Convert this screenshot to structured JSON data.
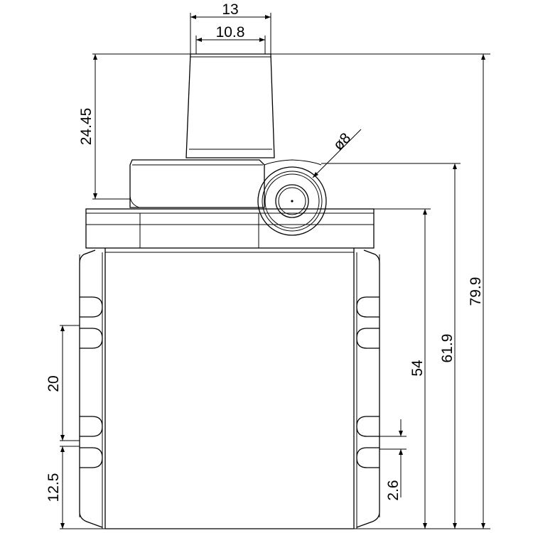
{
  "drawing": {
    "type": "technical dimension drawing",
    "dimensions": {
      "top_outer_width": "13",
      "top_inner_width": "10.8",
      "stem_height": "24.45",
      "port_diameter": "ø8",
      "total_height": "79.9",
      "port_height": "61.9",
      "body_height": "54",
      "groove_spacing": "20",
      "bottom_groove_height": "12.5",
      "groove_depth": "2.6"
    }
  }
}
